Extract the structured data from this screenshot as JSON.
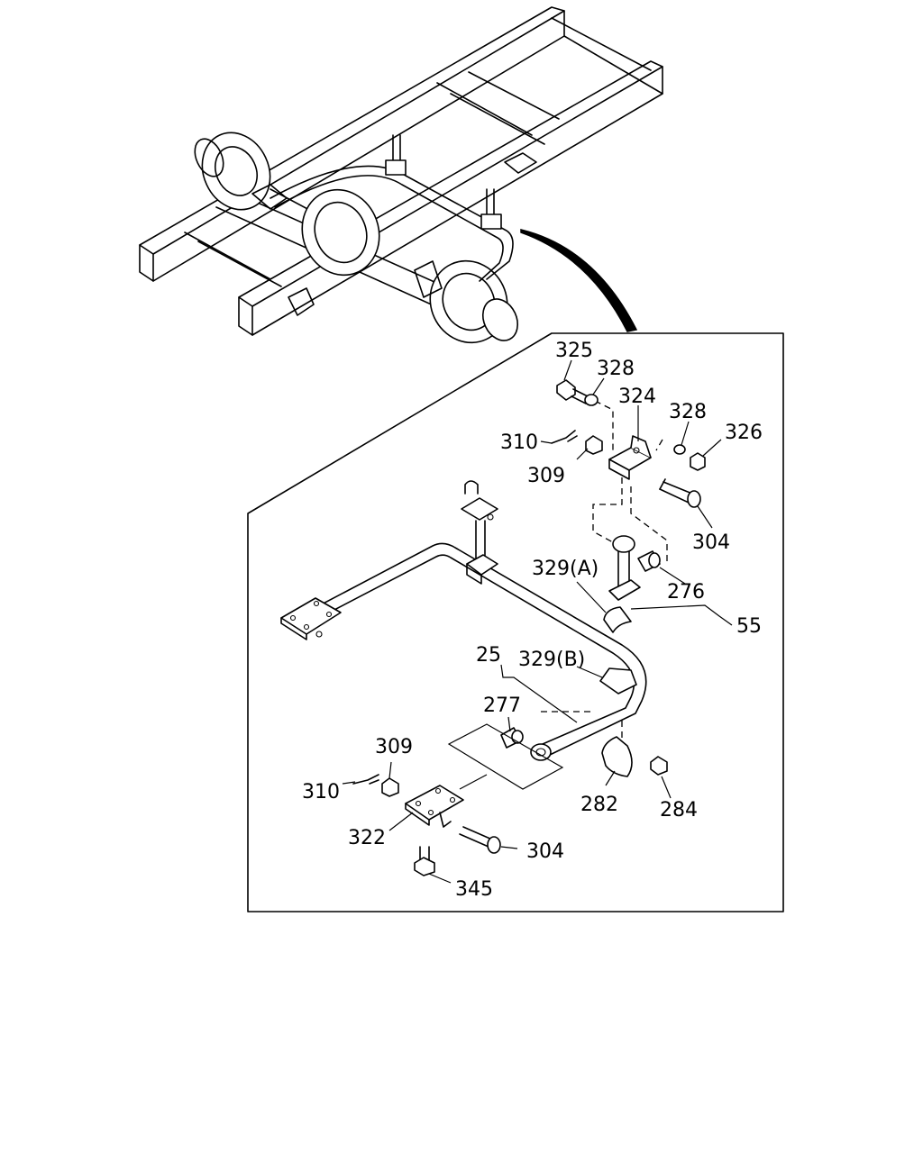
{
  "callouts": {
    "c325": "325",
    "c328a": "328",
    "c324": "324",
    "c328b": "328",
    "c326": "326",
    "c310a": "310",
    "c309a": "309",
    "c304a": "304",
    "c329a": "329(A)",
    "c276": "276",
    "c55": "55",
    "c25": "25",
    "c329b": "329(B)",
    "c277": "277",
    "c309b": "309",
    "c310b": "310",
    "c322": "322",
    "c304b": "304",
    "c282": "282",
    "c284": "284",
    "c345": "345"
  }
}
